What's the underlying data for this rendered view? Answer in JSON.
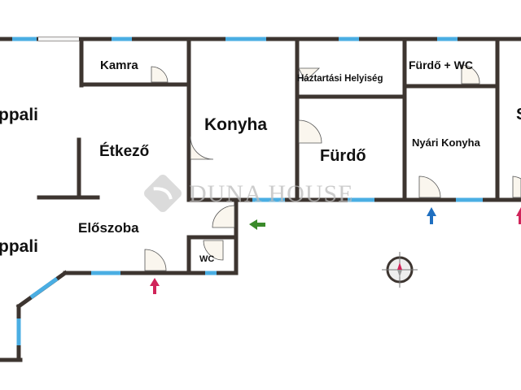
{
  "rooms": {
    "nappali_top": "ppali",
    "nappali_bottom": "ppali",
    "kamra": "Kamra",
    "etkezo": "Étkező",
    "konyha": "Konyha",
    "haztartasi": "Háztartási Helyiség",
    "furdo": "Fürdő",
    "furdo_wc": "Fürdő + WC",
    "nyari_konyha": "Nyári Konyha",
    "eloszoba": "Előszoba",
    "wc": "WC",
    "right_partial": "S"
  },
  "watermark": "DUNA HOUSE",
  "colors": {
    "wall": "#3d3530",
    "window": "#4aaee3",
    "entry_red": "#d0245a",
    "entry_blue": "#1f6fc0",
    "entry_green": "#3a8a2a"
  },
  "icons": [
    "compass-icon",
    "entry-arrow-icon",
    "watermark-logo-icon"
  ]
}
